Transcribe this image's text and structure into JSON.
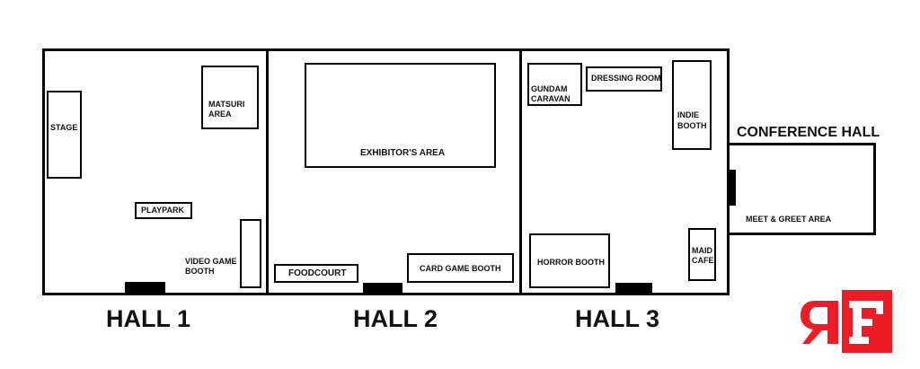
{
  "halls": [
    {
      "label": "HALL 1",
      "rooms": {
        "stage": "STAGE",
        "matsuri": [
          "MATSURI",
          "AREA"
        ],
        "playpark": "PLAYPARK",
        "video_game": [
          "VIDEO GAME",
          "BOOTH"
        ]
      }
    },
    {
      "label": "HALL 2",
      "rooms": {
        "exhibitor": "EXHIBITOR'S AREA",
        "foodcourt": "FOODCOURT",
        "card_game": "CARD GAME BOOTH"
      }
    },
    {
      "label": "HALL 3",
      "rooms": {
        "gundam": [
          "GUNDAM",
          "CARAVAN"
        ],
        "dressing": "DRESSING ROOM",
        "indie": [
          "INDIE",
          "BOOTH"
        ],
        "horror": "HORROR BOOTH",
        "maid": [
          "MAID",
          "CAFE"
        ]
      }
    }
  ],
  "conference": {
    "title": "CONFERENCE HALL",
    "meet_greet": "MEET & GREET AREA"
  },
  "logo": {
    "text": "RF",
    "color": "#ee1c25"
  }
}
